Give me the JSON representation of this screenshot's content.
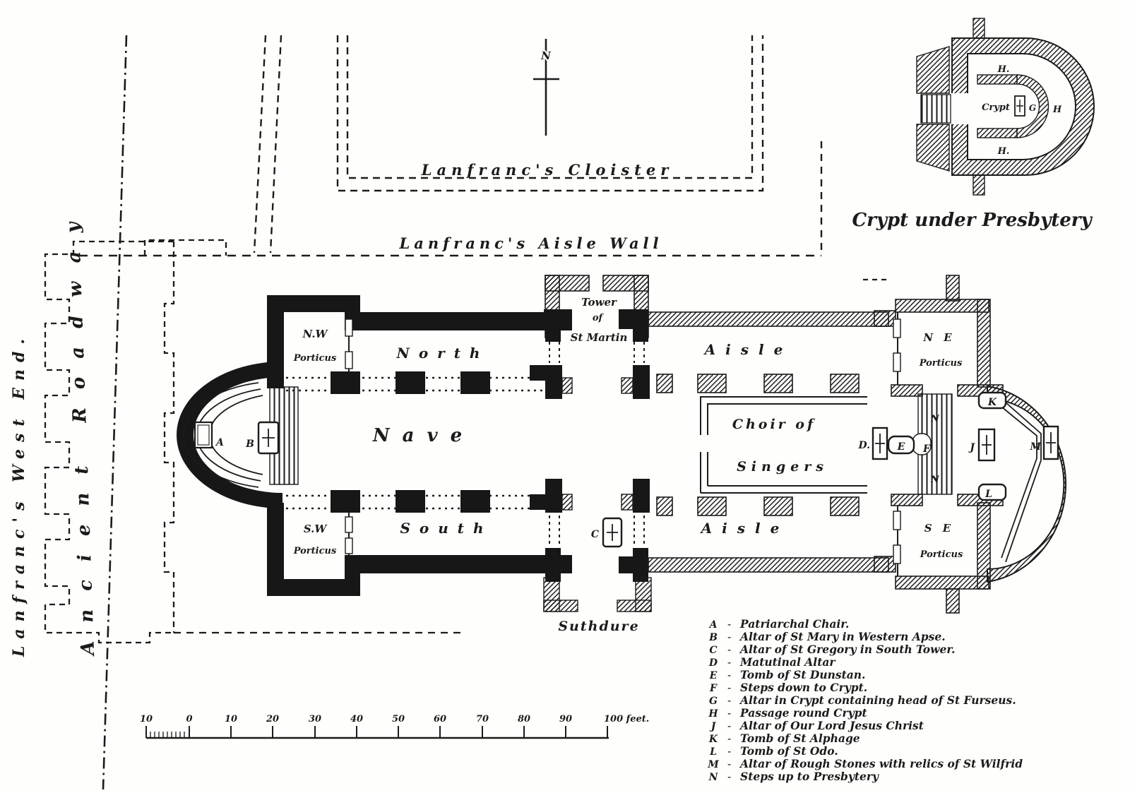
{
  "compass": {
    "north": "N"
  },
  "context": {
    "cloister_label": "Lanfranc's Cloister",
    "aisle_wall_label": "Lanfranc's Aisle Wall",
    "west_end_label": "Lanfranc's West End.",
    "roadway_label": "Ancient Roadway"
  },
  "plan": {
    "nw_porticus_1": "N.W",
    "nw_porticus_2": "Porticus",
    "sw_porticus_1": "S.W",
    "sw_porticus_2": "Porticus",
    "ne_porticus_1": "N E",
    "ne_porticus_2": "Porticus",
    "se_porticus_1": "S E",
    "se_porticus_2": "Porticus",
    "north_aisle": "North",
    "nave": "Nave",
    "south_aisle": "South",
    "tower_1": "Tower",
    "tower_2": "of",
    "tower_3": "St Martin",
    "aisle_north": "Aisle",
    "aisle_south": "Aisle",
    "choir_1": "Choir of",
    "choir_2": "Singers",
    "suthdure": "Suthdure"
  },
  "markers": {
    "a": "A",
    "b": "B",
    "c": "C",
    "d": "D.",
    "e": "E",
    "f": "F",
    "j": "J",
    "k": "K",
    "l": "L",
    "m": "M",
    "n_up": "N",
    "n_down": "N"
  },
  "inset": {
    "caption": "Crypt under Presbytery",
    "room": "Crypt",
    "g": "G",
    "h_top": "H.",
    "h_right": "H",
    "h_bottom": "H."
  },
  "scale_bar": {
    "ticks": [
      "10",
      "0",
      "10",
      "20",
      "30",
      "40",
      "50",
      "60",
      "70",
      "80",
      "90"
    ],
    "end_label": "100 feet."
  },
  "legend": {
    "separator": "-",
    "items": [
      {
        "key": "A",
        "desc": "Patriarchal Chair."
      },
      {
        "key": "B",
        "desc": "Altar of St Mary in Western Apse."
      },
      {
        "key": "C",
        "desc": "Altar of St Gregory in South Tower."
      },
      {
        "key": "D",
        "desc": "Matutinal Altar"
      },
      {
        "key": "E",
        "desc": "Tomb of St Dunstan."
      },
      {
        "key": "F",
        "desc": "Steps down to Crypt."
      },
      {
        "key": "G",
        "desc": "Altar in Crypt containing head of St Furseus."
      },
      {
        "key": "H",
        "desc": "Passage round Crypt"
      },
      {
        "key": "J",
        "desc": "Altar of Our Lord Jesus Christ"
      },
      {
        "key": "K",
        "desc": "Tomb of St Alphage"
      },
      {
        "key": "L",
        "desc": "Tomb of St Odo."
      },
      {
        "key": "M",
        "desc": "Altar of Rough Stones with relics of St Wilfrid"
      },
      {
        "key": "N",
        "desc": "Steps up to Presbytery"
      }
    ]
  }
}
